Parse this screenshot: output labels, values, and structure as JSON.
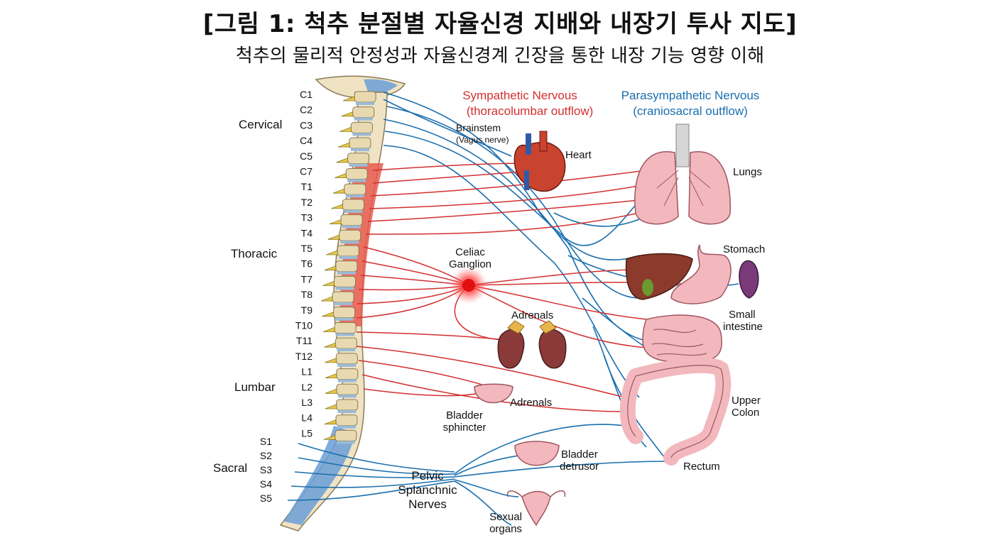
{
  "title": "[그림 1: 척추 분절별 자율신경 지배와 내장기 투사 지도]",
  "subtitle": "척추의 물리적 안정성과 자율신경계 긴장을 통한 내장 기능 영향 이해",
  "legend": {
    "sympathetic_title": "Sympathetic Nervous",
    "sympathetic_sub": "(thoracolumbar outflow)",
    "parasympathetic_title": "Parasympathetic Nervous",
    "parasympathetic_sub": "(craniosacral outflow)"
  },
  "regions": {
    "cervical": "Cervical",
    "thoracic": "Thoracic",
    "lumbar": "Lumbar",
    "sacral": "Sacral"
  },
  "vertebrae": [
    "C1",
    "C2",
    "C3",
    "C4",
    "C5",
    "C7",
    "T1",
    "T2",
    "T3",
    "T4",
    "T5",
    "T6",
    "T7",
    "T8",
    "T9",
    "T10",
    "T11",
    "T12",
    "L1",
    "L2",
    "L3",
    "L4",
    "L5"
  ],
  "sacral_levels": [
    "S1",
    "S2",
    "S3",
    "S4",
    "S5"
  ],
  "labels": {
    "brainstem": "Brainstem",
    "vagus": "(Vagus nerve)",
    "heart": "Heart",
    "lungs": "Lungs",
    "celiac1": "Celiac",
    "celiac2": "Ganglion",
    "stomach": "Stomach",
    "adrenals_top": "Adrenals",
    "small1": "Small",
    "small2": "intestine",
    "adrenals_mid": "Adrenals",
    "upper1": "Upper",
    "upper2": "Colon",
    "bladder_sph1": "Bladder",
    "bladder_sph2": "sphincter",
    "bladder_det1": "Bladder",
    "bladder_det2": "detrusor",
    "rectum": "Rectum",
    "pelvic1": "Pelvic",
    "pelvic2": "Splanchnic",
    "pelvic3": "Nerves",
    "sexual1": "Sexual",
    "sexual2": "organs"
  },
  "colors": {
    "sympathetic": "#d32f2f",
    "parasympathetic": "#1a6fae",
    "bone": "#efe3c4",
    "thoracic_cord": "#e85b4f",
    "sacral_cord": "#6b9fd8"
  }
}
